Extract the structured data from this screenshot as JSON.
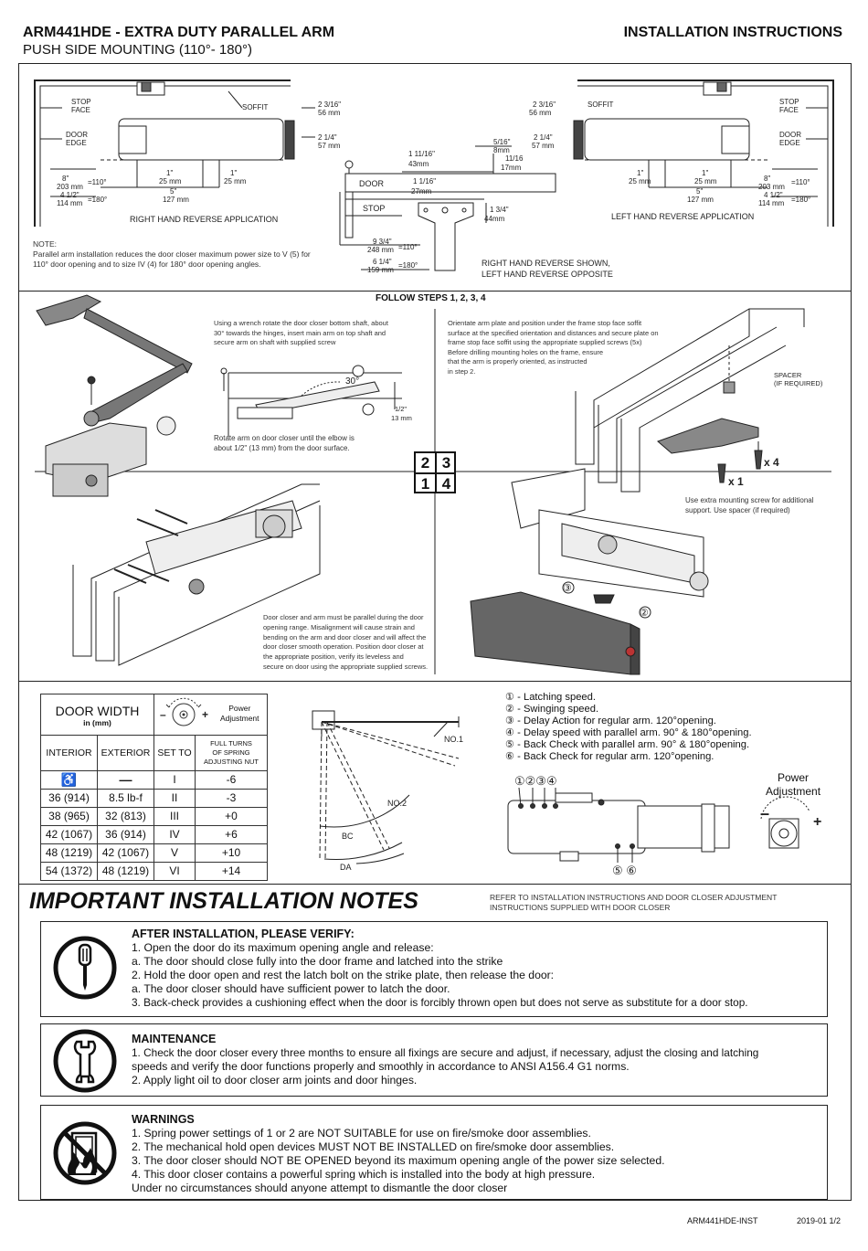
{
  "header": {
    "title": "ARM441HDE - EXTRA DUTY PARALLEL ARM",
    "subtitle": "PUSH SIDE MOUNTING (110°- 180°)",
    "doc_type": "INSTALLATION INSTRUCTIONS"
  },
  "mounting": {
    "left_labels": {
      "stop_face": [
        "STOP",
        "FACE"
      ],
      "door_edge": [
        "DOOR",
        "EDGE"
      ],
      "soffit": "SOFFIT",
      "d1": [
        "2 3/16\"",
        "56 mm"
      ],
      "d2": [
        "2 1/4\"",
        "57 mm"
      ],
      "d3": [
        "1\"",
        "25 mm"
      ],
      "d4": [
        "1\"",
        "25 mm"
      ],
      "d5": [
        "5\"",
        "127 mm"
      ],
      "d6": [
        "8\"",
        "203 mm",
        "=110°"
      ],
      "d7": [
        "4 1/2\"",
        "114 mm",
        "=180°"
      ],
      "caption": "RIGHT HAND REVERSE APPLICATION"
    },
    "right_labels": {
      "stop_face": [
        "STOP",
        "FACE"
      ],
      "door_edge": [
        "DOOR",
        "EDGE"
      ],
      "soffit": "SOFFIT",
      "d1": [
        "2 3/16\"",
        "56 mm"
      ],
      "d2": [
        "2 1/4\"",
        "57 mm"
      ],
      "d3": [
        "1\"",
        "25 mm"
      ],
      "d4": [
        "1\"",
        "25 mm"
      ],
      "d5": [
        "5\"",
        "127 mm"
      ],
      "d6": [
        "8\"",
        "203 mm",
        "=110°"
      ],
      "d7": [
        "4 1/2\"",
        "114 mm",
        "=180°"
      ],
      "caption": "LEFT HAND REVERSE APPLICATION"
    },
    "center_labels": {
      "a": [
        "1 11/16\"",
        "43mm"
      ],
      "b": [
        "5/16\"",
        "8mm"
      ],
      "c": [
        "11/16",
        "17mm"
      ],
      "d": [
        "1 1/16\"",
        "27mm"
      ],
      "e": [
        "1 3/4\"",
        "44mm"
      ],
      "f": [
        "9 3/4\"",
        "248 mm",
        "=110°"
      ],
      "g": [
        "6 1/4\"",
        "159 mm",
        "=180°"
      ],
      "door": "DOOR",
      "stop": "STOP",
      "caption": [
        "RIGHT HAND REVERSE SHOWN,",
        "LEFT HAND REVERSE OPPOSITE"
      ]
    },
    "note": [
      "NOTE:",
      "Parallel arm installation reduces the door closer maximum power size to V (5) for",
      "110° door opening and to size IV (4) for 180° door opening angles."
    ]
  },
  "steps": {
    "heading": "FOLLOW STEPS 1, 2, 3, 4",
    "step2_text": [
      "Using a wrench rotate the door closer bottom shaft, about",
      "30° towards the hinges, insert main arm on top shaft and",
      "secure arm on shaft with supplied screw"
    ],
    "step2_angle": "30°",
    "step2_dim": [
      "1/2\"",
      "13 mm"
    ],
    "step2_text_b": [
      "Rotate arm on door closer until the elbow is",
      "about 1/2\" (13 mm) from the door surface."
    ],
    "step3_text": [
      "Orientate arm plate and position under the frame stop face soffit",
      "surface at the specified orientation and distances and secure plate on",
      "frame stop face soffit using the appropriate supplied screws (5x)",
      "Before drilling mounting holes on the frame, ensure",
      "that the arm is properly oriented, as instructed",
      "in step 2."
    ],
    "spacer": [
      "SPACER",
      "(IF REQUIRED)"
    ],
    "x4": "x 4",
    "x1": "x 1",
    "step3_text_b": [
      "Use extra mounting screw for additional",
      "support.  Use spacer (if required)"
    ],
    "step1_text": [
      "Door closer and arm must be parallel during the door",
      "opening range. Misalignment will cause strain and",
      "bending on the arm and door closer and will affect the",
      "door closer smooth operation. Position door closer at",
      "the appropriate position, verify its leveless and",
      "secure on door using the appropriate supplied screws."
    ],
    "grid": [
      "2",
      "3",
      "1",
      "4"
    ],
    "callout_2": "②",
    "callout_3": "③"
  },
  "spring_table": {
    "door_width": "DOOR WIDTH",
    "in_mm": "in (mm)",
    "power_adjustment": [
      "Power",
      "Adjustment"
    ],
    "columns": [
      "INTERIOR",
      "EXTERIOR",
      "SET TO",
      "FULL TURNS OF SPRING ADJUSTING NUT"
    ],
    "full_turns_lines": [
      "FULL TURNS",
      "OF SPRING",
      "ADJUSTING NUT"
    ],
    "rows": [
      [
        "♿",
        "—",
        "I",
        "-6"
      ],
      [
        "36 (914)",
        "8.5 lb-f",
        "II",
        "-3"
      ],
      [
        "38 (965)",
        "32 (813)",
        "III",
        "+0"
      ],
      [
        "42 (1067)",
        "36 (914)",
        "IV",
        "+6"
      ],
      [
        "48 (1219)",
        "42 (1067)",
        "V",
        "+10"
      ],
      [
        "54 (1372)",
        "48 (1219)",
        "VI",
        "+14"
      ]
    ]
  },
  "swing_diagram": {
    "no1": "NO.1",
    "no2": "NO.2",
    "bc": "BC",
    "da": "DA"
  },
  "valves": {
    "items": [
      "① - Latching speed.",
      "② - Swinging speed.",
      "③ - Delay Action for regular arm. 120°opening.",
      "④ - Delay speed with parallel arm. 90° & 180°opening.",
      "⑤ - Back Check with parallel arm. 90° & 180°opening.",
      "⑥ - Back Check for regular arm. 120°opening."
    ],
    "top_numbers": "①②③④",
    "bottom_numbers": "⑤ ⑥",
    "power_adjustment": [
      "Power",
      "Adjustment"
    ]
  },
  "important": {
    "title": "IMPORTANT INSTALLATION NOTES",
    "refer": [
      "REFER TO INSTALLATION INSTRUCTIONS AND DOOR CLOSER ADJUSTMENT",
      "INSTRUCTIONS SUPPLIED WITH DOOR CLOSER"
    ],
    "verify": {
      "heading": "AFTER INSTALLATION, PLEASE VERIFY:",
      "lines": [
        "1.  Open the door do its maximum opening angle and release:",
        "      a.  The door should close fully into the door frame and latched into the strike",
        "2.  Hold the door open and rest the latch bolt on the strike plate, then release the door:",
        "      a.  The door closer should have sufficient power to latch the door.",
        "3.  Back-check provides a cushioning effect when the door is forcibly thrown open but does not serve as substitute for a door stop."
      ]
    },
    "maintenance": {
      "heading": "MAINTENANCE",
      "lines": [
        "1.  Check the door closer every three months to ensure all fixings are secure and adjust, if necessary, adjust the closing and latching",
        "      speeds and verify the door functions properly and smoothly in accordance to ANSI A156.4 G1 norms.",
        "2.  Apply light oil to door closer arm joints and door hinges."
      ]
    },
    "warnings": {
      "heading": "WARNINGS",
      "lines": [
        "1.  Spring power settings of 1 or 2 are NOT SUITABLE for use on fire/smoke door assemblies.",
        "2.  The mechanical hold open devices MUST NOT BE INSTALLED on fire/smoke door assemblies.",
        "3.  The door closer should NOT BE OPENED beyond its maximum opening angle of the power size selected.",
        "4. This door closer contains a powerful spring which is installed into the body at high pressure.",
        "     Under no circumstances should anyone attempt to dismantle the door closer"
      ]
    }
  },
  "footer": {
    "code": "ARM441HDE-INST",
    "date_page": "2019-01  1/2"
  }
}
